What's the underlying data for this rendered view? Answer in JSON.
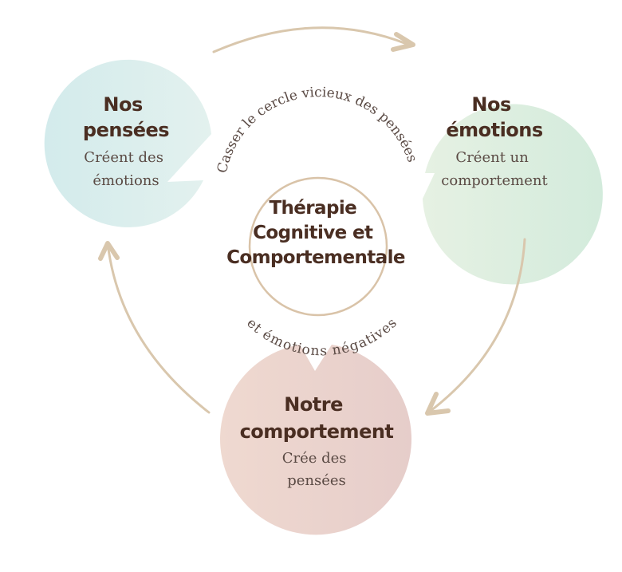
{
  "colors": {
    "text_dark": "#4a2e22",
    "text_sub": "#5a4a44",
    "arrow": "#d9c7ad",
    "ring": "#d9c3a8",
    "node_thoughts": [
      "#d3ebec",
      "#e3f1ee"
    ],
    "node_emotions": [
      "#e6f1e3",
      "#d3ebdc"
    ],
    "node_behavior": [
      "#efd9d0",
      "#e6cdca"
    ]
  },
  "nodes": [
    {
      "id": "thoughts",
      "title": [
        "Nos",
        "pensées"
      ],
      "subtitle": [
        "Créent des",
        "émotions"
      ]
    },
    {
      "id": "emotions",
      "title": [
        "Nos",
        "émotions"
      ],
      "subtitle": [
        "Créent un",
        "comportement"
      ]
    },
    {
      "id": "behavior",
      "title": [
        "Notre",
        "comportement"
      ],
      "subtitle": [
        "Crée des",
        "pensées"
      ]
    }
  ],
  "center": {
    "title": [
      "Thérapie",
      "Cognitive et",
      "Comportementale"
    ],
    "ring_top_text": "Casser le cercle vicieux des pensées",
    "ring_bottom_text": "et émotions négatives"
  },
  "arrows": [
    {
      "from": "thoughts",
      "to": "emotions"
    },
    {
      "from": "emotions",
      "to": "behavior"
    },
    {
      "from": "behavior",
      "to": "thoughts"
    }
  ]
}
